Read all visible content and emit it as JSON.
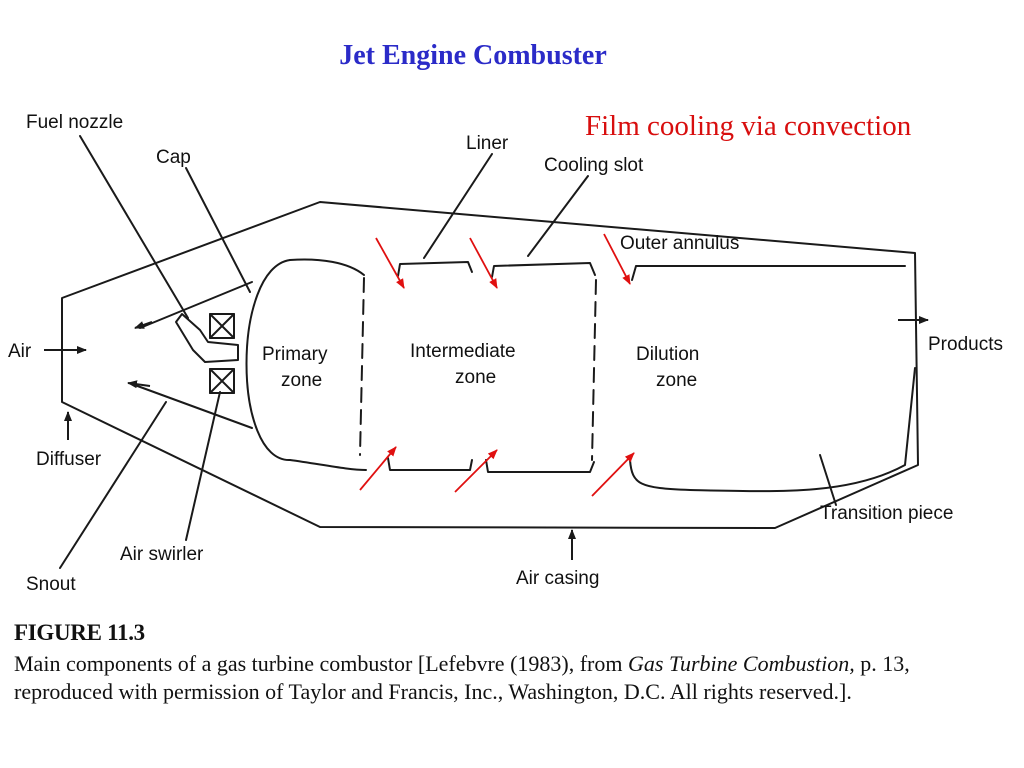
{
  "title": "Jet Engine Combuster",
  "subtitle": "Film cooling via convection",
  "labels": {
    "fuel_nozzle": "Fuel nozzle",
    "cap": "Cap",
    "liner": "Liner",
    "cooling_slot": "Cooling slot",
    "outer_annulus": "Outer annulus",
    "air": "Air",
    "primary_zone_1": "Primary",
    "primary_zone_2": "zone",
    "intermediate_zone_1": "Intermediate",
    "intermediate_zone_2": "zone",
    "dilution_zone_1": "Dilution",
    "dilution_zone_2": "zone",
    "products": "Products",
    "diffuser": "Diffuser",
    "transition_piece": "Transition piece",
    "air_swirler": "Air swirler",
    "snout": "Snout",
    "air_casing": "Air casing"
  },
  "caption": {
    "figure_label": "FIGURE 11.3",
    "text_before_title": "Main components of a gas turbine combustor [Lefebvre (1983), from ",
    "book_title": "Gas Turbine Combustion,",
    "text_after_title": " p. 13, reproduced with permission of Taylor and Francis, Inc., Washington, D.C. All rights reserved.]."
  },
  "colors": {
    "title": "#2b2bc8",
    "subtitle": "#d80e0e",
    "cooling_arrows": "#e01010",
    "line": "#1a1a1a"
  }
}
